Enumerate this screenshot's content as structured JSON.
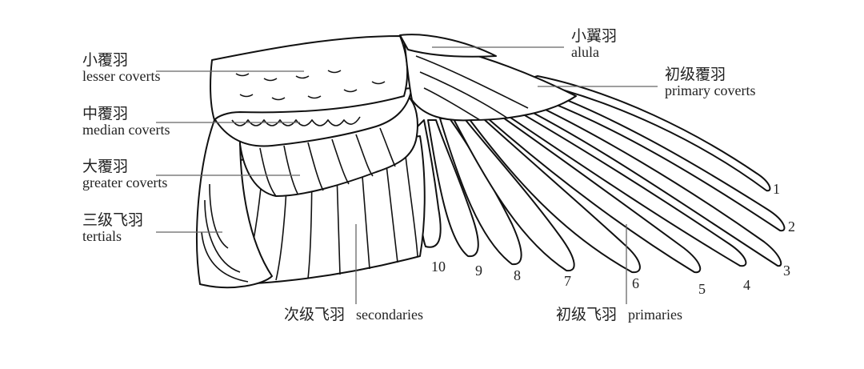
{
  "labels": {
    "lesser_coverts": {
      "zh": "小覆羽",
      "en": "lesser coverts"
    },
    "median_coverts": {
      "zh": "中覆羽",
      "en": "median coverts"
    },
    "greater_coverts": {
      "zh": "大覆羽",
      "en": "greater coverts"
    },
    "tertials": {
      "zh": "三级飞羽",
      "en": "tertials"
    },
    "alula": {
      "zh": "小翼羽",
      "en": "alula"
    },
    "primary_coverts": {
      "zh": "初级覆羽",
      "en": "primary coverts"
    },
    "secondaries": {
      "zh": "次级飞羽",
      "en": "secondaries"
    },
    "primaries": {
      "zh": "初级飞羽",
      "en": "primaries"
    }
  },
  "primary_numbers": [
    "1",
    "2",
    "3",
    "4",
    "5",
    "6",
    "7",
    "8",
    "9",
    "10"
  ],
  "colors": {
    "line": "#111111",
    "leader": "#666666",
    "background": "#ffffff"
  }
}
